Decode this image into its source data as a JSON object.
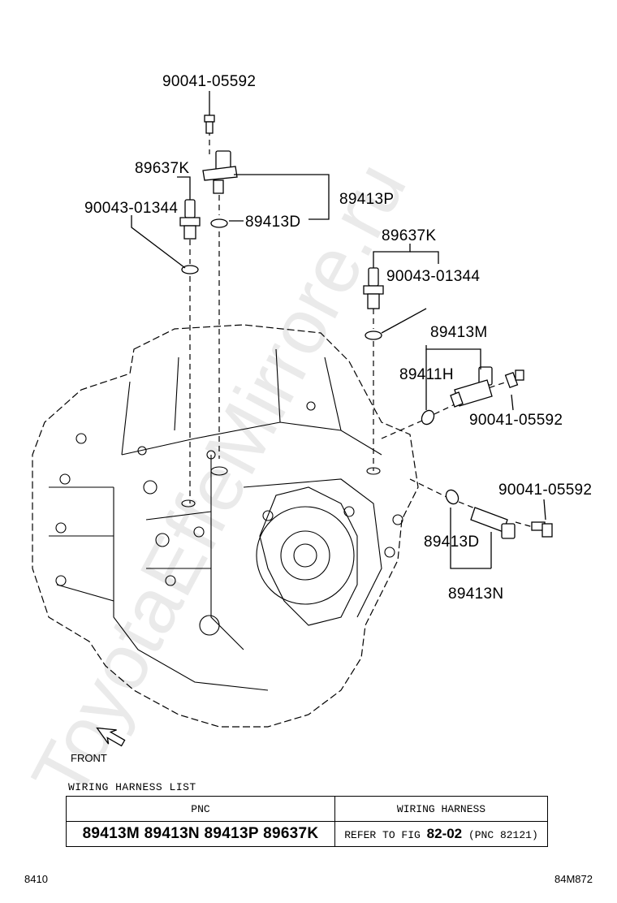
{
  "watermark": "ToyotaEffeMirrore.ru",
  "callouts": {
    "bolt_top": "90041-05592",
    "sensor_left_a": "89637K",
    "oring_left": "90043-01344",
    "sensor_top_assy": "89413P",
    "oring_top": "89413D",
    "sensor_right_a": "89637K",
    "oring_right": "90043-01344",
    "sensor_m_assy": "89413M",
    "sensor_m_part": "89411H",
    "bolt_m": "90041-05592",
    "bolt_n": "90041-05592",
    "oring_n": "89413D",
    "sensor_n_assy": "89413N"
  },
  "front_label": "FRONT",
  "harness": {
    "title": "WIRING HARNESS LIST",
    "col_pnc": "PNC",
    "col_harness": "WIRING HARNESS",
    "pnc_values": "89413M 89413N 89413P 89637K",
    "refer_prefix": "REFER TO FIG",
    "refer_fig": "82-02",
    "refer_pnc": "(PNC 82121)"
  },
  "footer": {
    "left": "8410",
    "right": "84M872"
  }
}
